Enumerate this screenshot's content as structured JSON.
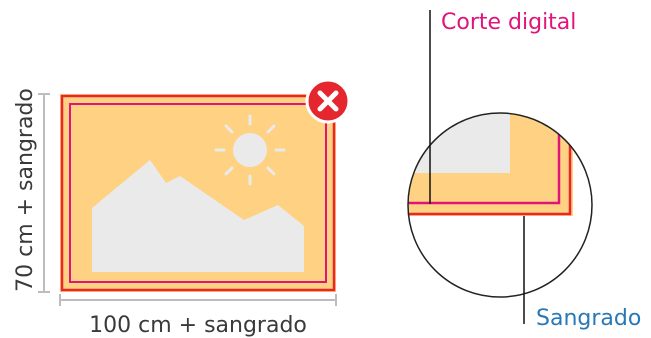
{
  "labels": {
    "height": "70 cm + sangrado",
    "width": "100 cm + sangrado",
    "cut": "Corte digital",
    "bleed": "Sangrado"
  },
  "icons": {
    "error": "close-icon",
    "sun": "sun-icon",
    "mountains": "mountains-icon"
  },
  "colors": {
    "artwork_fill": "#ffd183",
    "bleed_line": "#e8272a",
    "cut_line": "#e0157a",
    "cut_label": "#e0157a",
    "bleed_label": "#2878b8",
    "placeholder": "#eaeaea",
    "error_badge": "#e6262e",
    "dimension_line": "#bdbdbd",
    "text": "#3a3a3a"
  }
}
